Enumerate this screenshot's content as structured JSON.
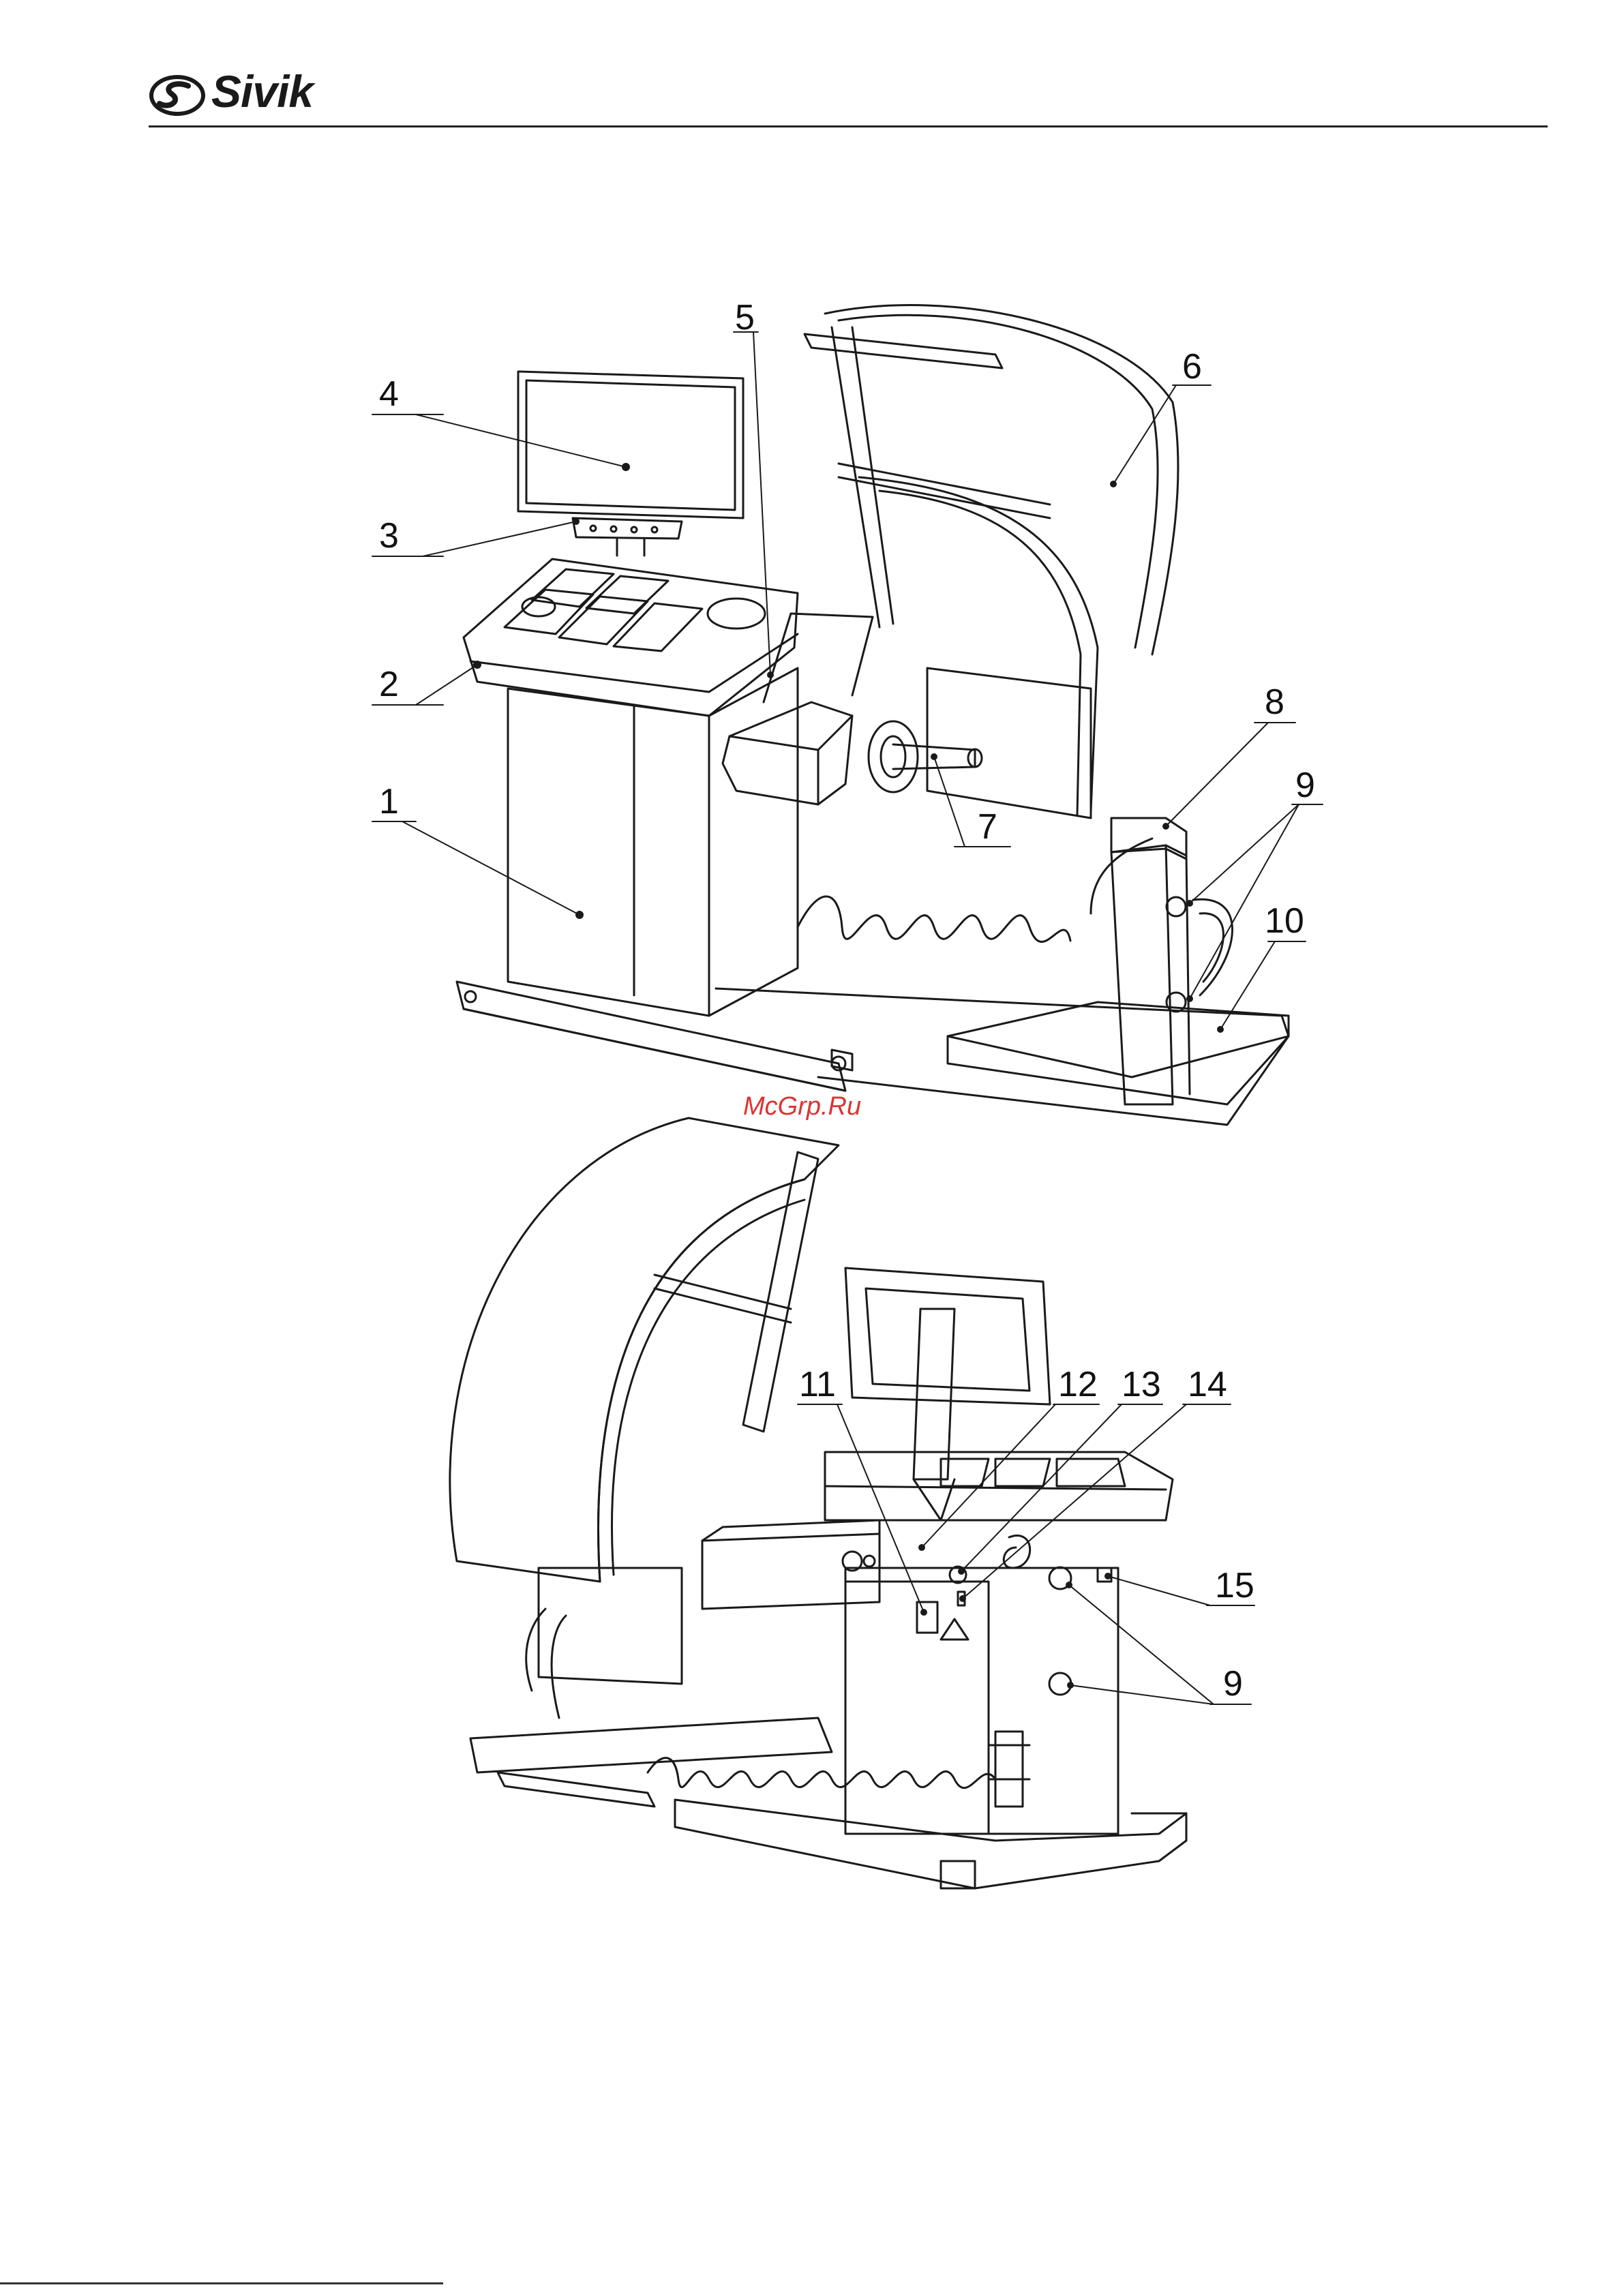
{
  "brand": {
    "name": "Sivik",
    "logo_icon": "sivik-s-swoosh-icon"
  },
  "watermark": "McGrp.Ru",
  "callouts_top": [
    {
      "id": "1",
      "label": "1"
    },
    {
      "id": "2",
      "label": "2"
    },
    {
      "id": "3",
      "label": "3"
    },
    {
      "id": "4",
      "label": "4"
    },
    {
      "id": "5",
      "label": "5"
    },
    {
      "id": "6",
      "label": "6"
    },
    {
      "id": "7",
      "label": "7"
    },
    {
      "id": "8",
      "label": "8"
    },
    {
      "id": "9",
      "label": "9"
    },
    {
      "id": "10",
      "label": "10"
    }
  ],
  "callouts_bottom": [
    {
      "id": "11",
      "label": "11"
    },
    {
      "id": "12",
      "label": "12"
    },
    {
      "id": "13",
      "label": "13"
    },
    {
      "id": "14",
      "label": "14"
    },
    {
      "id": "15",
      "label": "15"
    },
    {
      "id": "9b",
      "label": "9"
    }
  ],
  "colors": {
    "line": "#1a1a1a",
    "watermark": "#dd3333"
  }
}
